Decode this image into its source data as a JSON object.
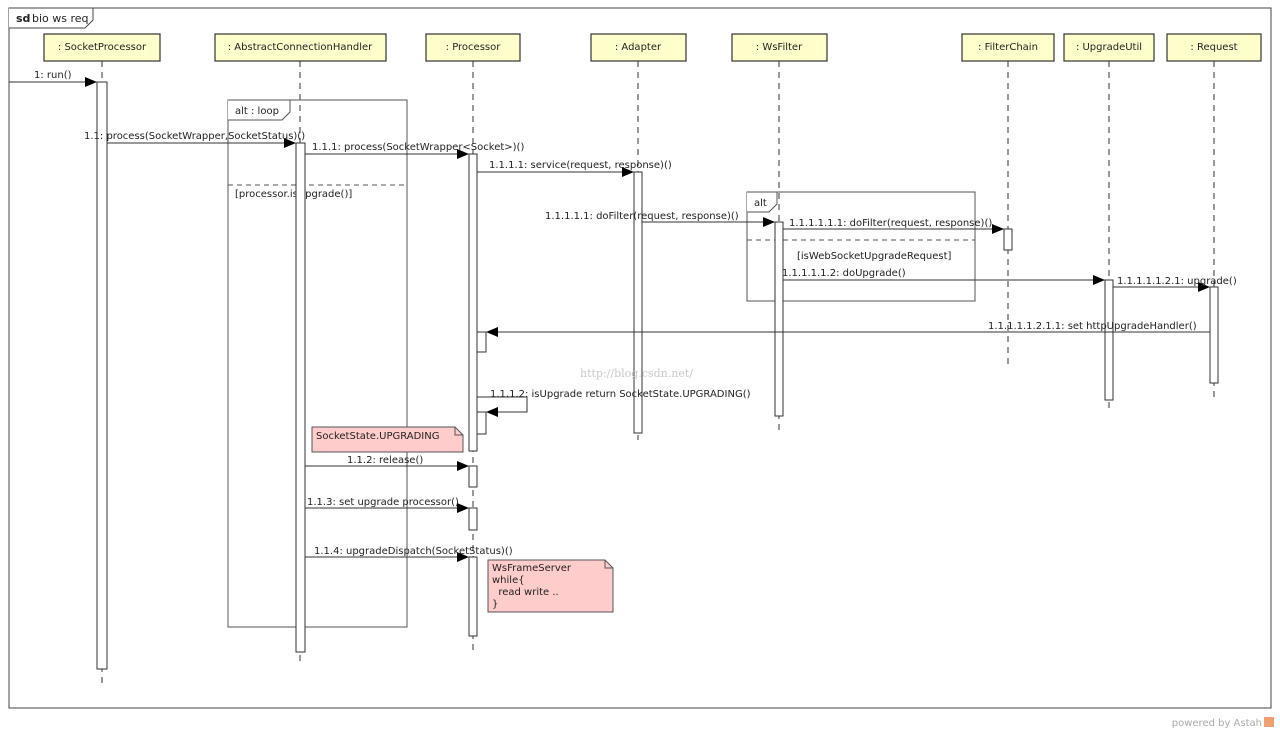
{
  "frame": {
    "keyword": "sd",
    "name": "bio ws req"
  },
  "lifelines": [
    {
      "id": "socketprocessor",
      "label": ": SocketProcessor"
    },
    {
      "id": "handler",
      "label": ": AbstractConnectionHandler"
    },
    {
      "id": "processor",
      "label": ": Processor"
    },
    {
      "id": "adapter",
      "label": ": Adapter"
    },
    {
      "id": "wsfilter",
      "label": ": WsFilter"
    },
    {
      "id": "filterchain",
      "label": ": FilterChain"
    },
    {
      "id": "upgradeutil",
      "label": ": UpgradeUtil"
    },
    {
      "id": "request",
      "label": ": Request"
    }
  ],
  "messages": [
    {
      "id": "m1",
      "label": "1: run()"
    },
    {
      "id": "m11",
      "label": "1.1: process(SocketWrapper,SocketStatus)()"
    },
    {
      "id": "m111",
      "label": "1.1.1: process(SocketWrapper<Socket>)()"
    },
    {
      "id": "m1111",
      "label": "1.1.1.1: service(request, response)()"
    },
    {
      "id": "m11111",
      "label": "1.1.1.1.1: doFilter(request, response)()"
    },
    {
      "id": "m111111",
      "label": "1.1.1.1.1.1: doFilter(request, response)()"
    },
    {
      "id": "m111112",
      "label": "1.1.1.1.1.2: doUpgrade()"
    },
    {
      "id": "m1111121",
      "label": "1.1.1.1.1.2.1: upgrade()"
    },
    {
      "id": "m11111211",
      "label": "1.1.1.1.1.2.1.1: set httpUpgradeHandler()"
    },
    {
      "id": "m1112",
      "label": "1.1.1.2: isUpgrade return SocketState.UPGRADING()"
    },
    {
      "id": "m112",
      "label": "1.1.2: release()"
    },
    {
      "id": "m113",
      "label": "1.1.3: set upgrade processor()"
    },
    {
      "id": "m114",
      "label": "1.1.4: upgradeDispatch(SocketStatus)()"
    }
  ],
  "fragments": {
    "loop": {
      "label": "alt : loop",
      "guard": "[processor.isUpgrade()]"
    },
    "alt": {
      "label": "alt",
      "guard": "[isWebSocketUpgradeRequest]"
    }
  },
  "notes": {
    "upgrading": "SocketState.UPGRADING",
    "wsframe": [
      "WsFrameServer",
      "while{",
      "  read write ..",
      "}"
    ]
  },
  "watermark": "http://blog.csdn.net/",
  "powered_by": "powered by Astah",
  "colors": {
    "header": "#ffffcc",
    "note": "#ffcccc",
    "line": "#333333"
  }
}
